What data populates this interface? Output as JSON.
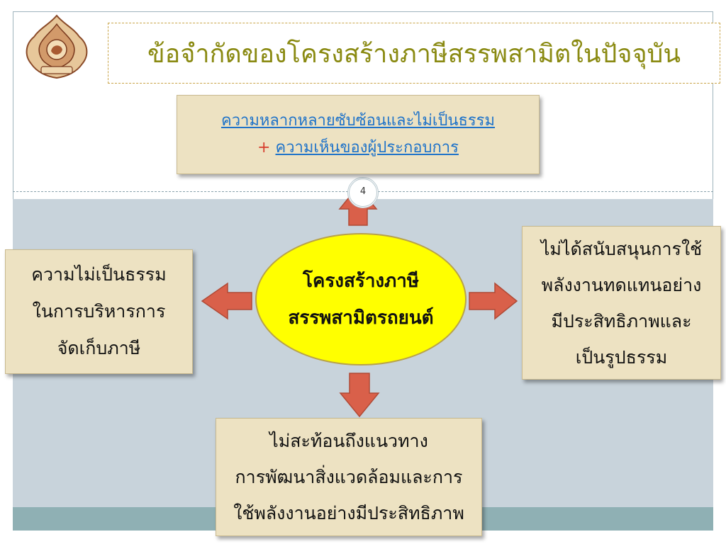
{
  "slide": {
    "title": "ข้อจำกัดของโครงสร้างภาษีสรรพสามิตในปัจจุบัน",
    "slide_number": "4",
    "colors": {
      "title": "#8a8a12",
      "note_fill": "#ede2c2",
      "ellipse_fill": "#ffff00",
      "arrow_fill": "#d9604a",
      "link": "#1f73c9",
      "plus": "#d63a2a"
    }
  },
  "center": {
    "line1": "โครงสร้างภาษี",
    "line2": "สรรพสามิตรถยนต์"
  },
  "top_box": {
    "line1": "ความหลากหลายซับซ้อนและไม่เป็นธรรม",
    "plus": "+",
    "line2": "ความเห็นของผู้ประกอบการ"
  },
  "left_box": {
    "lines": [
      "ความไม่เป็นธรรม",
      "ในการบริหารการ",
      "จัดเก็บภาษี"
    ]
  },
  "right_box": {
    "lines": [
      "ไม่ได้สนับสนุนการใช้",
      "พลังงานทดแทนอย่าง",
      "มีประสิทธิภาพและ",
      "เป็นรูปธรรม"
    ]
  },
  "bottom_box": {
    "lines": [
      "ไม่สะท้อนถึงแนวทาง",
      "การพัฒนาสิ่งแวดล้อมและการ",
      "ใช้พลังงานอย่างมีประสิทธิภาพ"
    ]
  }
}
